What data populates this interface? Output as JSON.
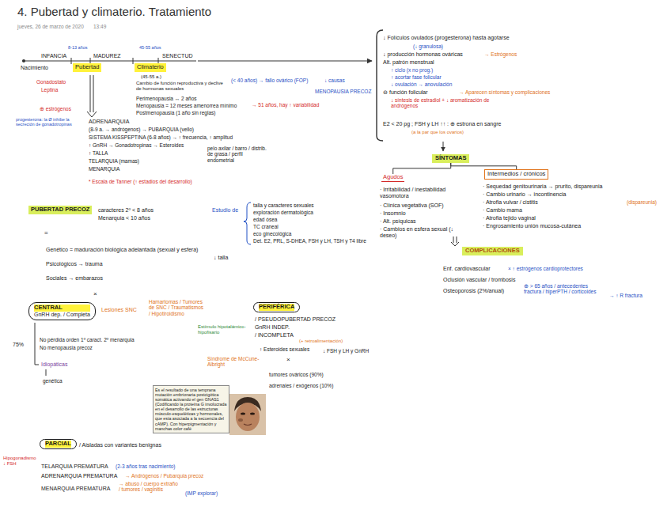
{
  "diagram": {
    "title": "4. Pubertad y climaterio. Tratamiento",
    "nodes": [
      {
        "text": [
          "Pubertad"
        ]
      },
      {
        "text": [
          "Climaterio"
        ]
      },
      {
        "text": [
          "PUBERTAD PRECOZ"
        ]
      },
      {
        "text": [
          "CENTRAL",
          "GnRH dep. / Completa"
        ]
      },
      {
        "text": [
          "PERIFÉRICA"
        ]
      },
      {
        "text": [
          "Es el resultado de una temprana mutación embrionaria postcigótica somática activando el gen GNAS1 (Codificando la proteína G involucrada en el desarrollo de las estructuras músculo-esqueléticas y hormonales, que esta asociada a la secuencia del cAMP). Con hiperpigmentación y manchas color café"
        ]
      },
      {
        "text": [
          "PARCIAL"
        ]
      },
      {
        "text": [
          "SÍNTOMAS"
        ]
      },
      {
        "text": [
          "Agudos"
        ]
      },
      {
        "text": [
          "Intermedios / crónicos"
        ]
      },
      {
        "text": [
          "COMPLICACIONES"
        ]
      }
    ],
    "edges": [
      {
        "from": 7,
        "to": 8,
        "arrow": "none"
      },
      {
        "from": 7,
        "to": 9,
        "arrow": "none"
      }
    ],
    "labels": [
      "jueves, 26 de marzo de 2020",
      "13:49",
      "Nacimiento",
      "INFANCIA",
      "8-13 años",
      "MADUREZ",
      "45-55 años",
      "SENECTUD",
      "Gonadostato",
      "Leptina",
      "⊕ estrógenos",
      "progesterona: la Ø inhibe la secreción de gonadotropinas",
      "ADRENARQUIA",
      "(8-9 a. → andrógenos) → PUBARQUIA (vello)",
      "SISTEMA KISSPEPTINA (6-8 años) → ↑ frecuencia, ↑ amplitud",
      "↑ GnRH → Gonadotropinas → Esteroides",
      "↑ TALLA",
      "TELARQUIA (mamas)",
      "MENARQUIA",
      "pelo axilar / barro / distrib. de grasa / perfil endometrial",
      "* Escala de Tanner (↑ estadios del desarrollo)",
      "(45-55 a.)",
      "Cambio de función reproductiva y declive de hormonas sexuales",
      "Perimenopausia ↔ 2 años",
      "Menopausia = 12 meses amenorrea mínimo",
      "Postmenopausia (1 año sin reglas)",
      "(< 40 años) → fallo ovárico (FOP)",
      "↓ causas",
      "MENOPAUSIA PRECOZ",
      "→ 51 años, hay ↑ variabilidad",
      "↓ Folículos ovulados (progesterona) hasta agotarse",
      "(↓ granulosa)",
      "↓ producción hormonas ováricas",
      "→ Estrógenos",
      "Alt. patrón menstrual",
      "↑ ciclo (x no prog.)",
      "↑ acortar fase folicular",
      "↓ ovulación → anovulación",
      "⊖ función folicular",
      "→ Aparecen síntomas y complicaciones",
      "↓ síntesis de estradiol + ↓ aromatización de andrógenos",
      "E2 < 20 pg ; FSH y LH ↑↑ : ⊕ estrona en sangre",
      "(a la par que los ovarios)",
      "· Irritabilidad / inestabilidad vasomotora",
      "· Clínica vegetativa (SOF)",
      "· Insomnio",
      "· Alt. psíquicas",
      "· Cambios en esfera sexual (↓ deseo)",
      "· Sequedad genitourinaria → prurito, dispareunia",
      "· Cambio urinario → incontinencia",
      "· Atrofia vulvar / cistitis",
      "· Cambio mama",
      "· Atrofia tejido vaginal",
      "· Engrosamiento unión mucosa-cutánea",
      "(dispareunia)",
      "Enf. cardiovascular",
      "× ↑ estrógenos cardioprotectores",
      "Oclusión vascular / trombosis",
      "Osteoporosis (2%/anual)",
      "⊕ > 65 años / antecedentes fractura / hiperPTH / corticoides",
      "→ ↑ R fractura",
      "caracteres 2º < 8 años",
      "Menarquia < 10 años",
      "Estudio de",
      "talla y caracteres sexuales",
      "exploración dermatológica",
      "edad ósea",
      "TC craneal",
      "eco ginecológica",
      "Det. E2, PRL, S-DHEA, FSH y LH, TSH y T4 libre",
      "=",
      "Genético = maduración biológica adelantada (sexual y esfera)",
      "↓ talla",
      "Psicológicos → trauma",
      "Sociales → embarazos",
      "×",
      "Lesiones SNC",
      "Hamartomas / Tumores de SNC / Traumatismos / Hipotiroidismo",
      "Estímulo hipotalámico-hipofisario",
      "75%",
      "No pérdida orden 1º caract. 2º menarquia",
      "No menopausia precoz",
      "Idiopáticas",
      "genética",
      "/ PSEUDOPUBERTAD PRECOZ",
      "GnRH INDEP.",
      "/ INCOMPLETA",
      "(+ retroalimentación)",
      "↑ Esteroides sexuales",
      "↓ FSH y LH y GnRH",
      "×",
      "Síndrome de McCune-Albright",
      "tumores ováricos (90%)",
      "adrenales / exógenos (10%)",
      "/ Aisladas con variantes benignas",
      "TELARQUIA PREMATURA",
      "(2-3 años tras nacimiento)",
      "ADRENARQUIA PREMATURA",
      "→ Andrógenos / Pubarquia precoz",
      "MENARQUIA PREMATURA",
      "→ abuso / cuerpo extraño / tumores / vaginitis",
      "(IMP explorar)",
      "Hipogonadismo ↓ FSH"
    ]
  }
}
